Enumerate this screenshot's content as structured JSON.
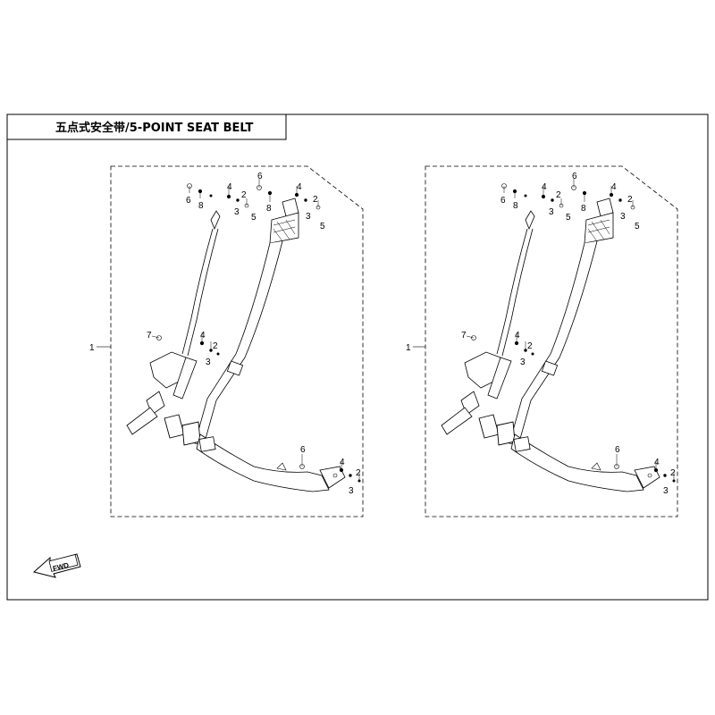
{
  "title": "五点式安全带/5-POINT SEAT BELT",
  "assembly_label": "1",
  "fwd_label": "FWD",
  "callouts": {
    "top_left": [
      "6",
      "8",
      "4",
      "2",
      "3",
      "5"
    ],
    "top_right": [
      "6",
      "8",
      "4",
      "2",
      "3",
      "5"
    ],
    "mid": [
      "7",
      "4",
      "2",
      "3"
    ],
    "bottom": [
      "6",
      "4",
      "2",
      "3"
    ]
  }
}
